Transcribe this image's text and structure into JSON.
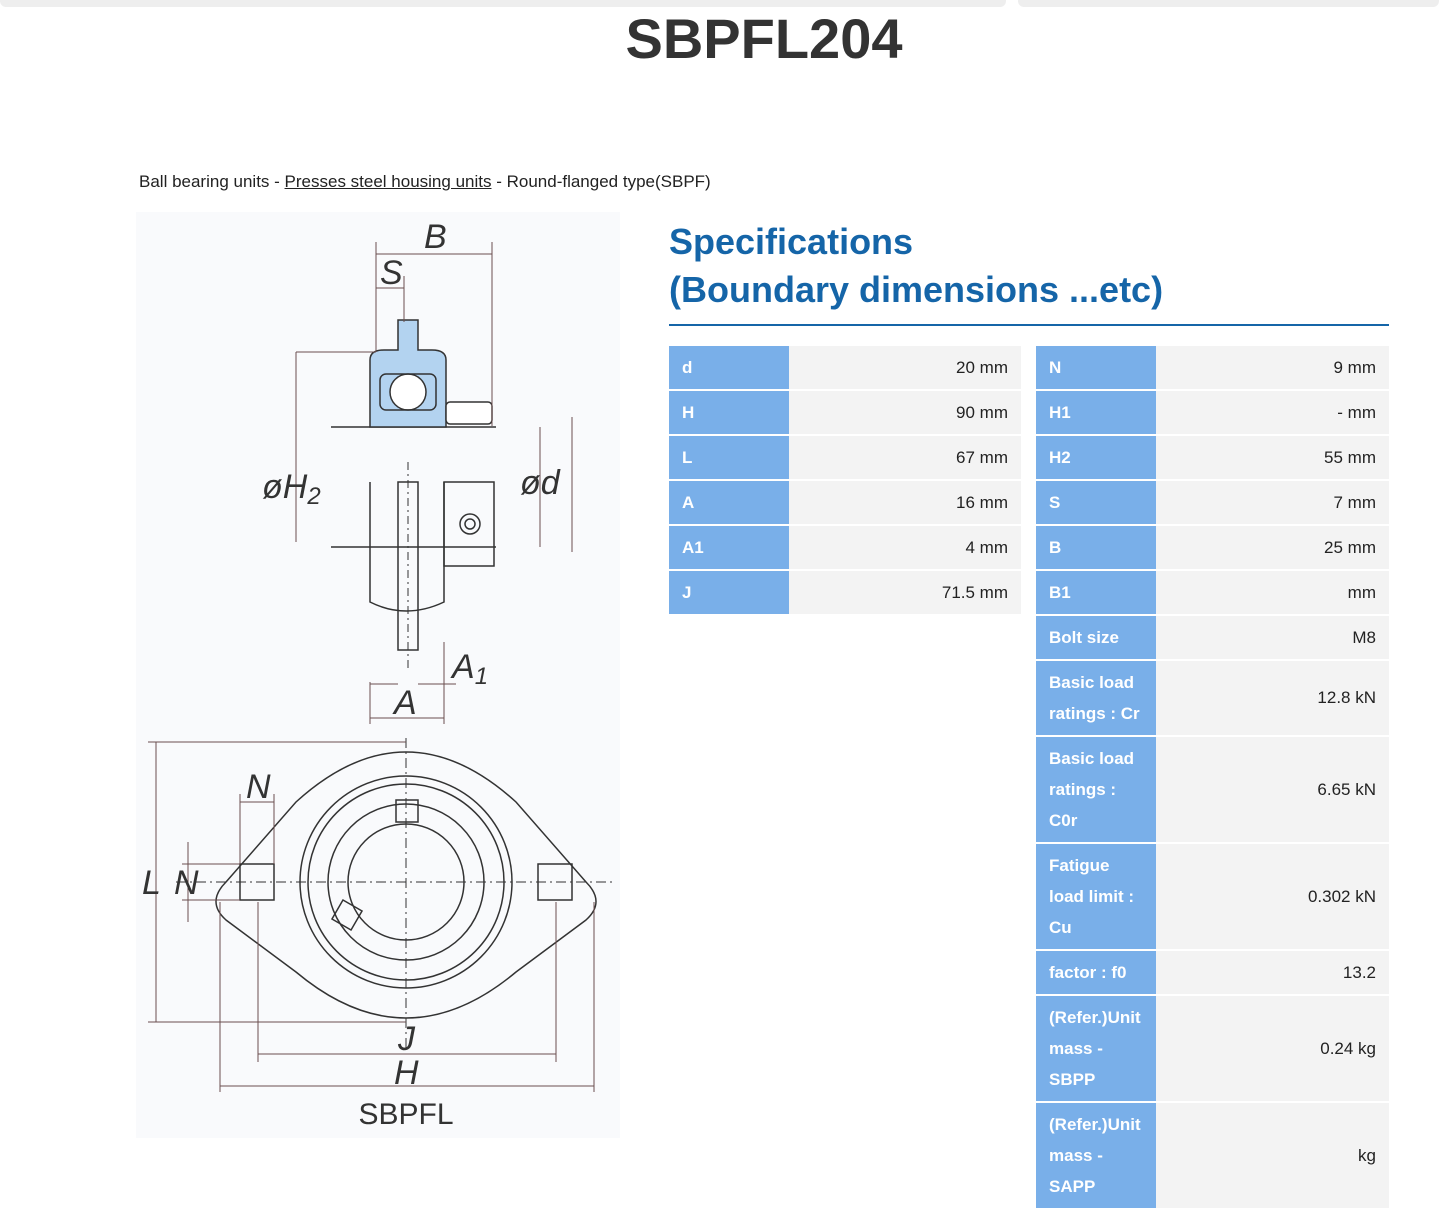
{
  "page": {
    "title": "SBPFL204"
  },
  "breadcrumb": {
    "item1": "Ball bearing units",
    "sep1": " - ",
    "link": "Presses steel housing units",
    "sep2": " - ",
    "item3": "Round-flanged type(SBPF)"
  },
  "diagram": {
    "labels": {
      "B": "B",
      "S": "S",
      "H2": "øH",
      "H2_sub": "2",
      "d": "ød",
      "A1": "A",
      "A1_sub": "1",
      "A": "A",
      "N_top": "N",
      "L": "L",
      "N_side": "N",
      "J": "J",
      "H": "H",
      "caption": "SBPFL"
    },
    "colors": {
      "line": "#333333",
      "bearing_fill": "#b3d3f0",
      "dim_line": "#6b4f4f"
    }
  },
  "specifications": {
    "title_line1": "Specifications",
    "title_line2": "(Boundary dimensions ...etc)",
    "left": [
      {
        "key": "d",
        "value": "20 mm"
      },
      {
        "key": "H",
        "value": "90 mm"
      },
      {
        "key": "L",
        "value": "67 mm"
      },
      {
        "key": "A",
        "value": "16 mm"
      },
      {
        "key": "A1",
        "value": "4 mm"
      },
      {
        "key": "J",
        "value": "71.5 mm"
      }
    ],
    "right": [
      {
        "key": "N",
        "value": "9 mm"
      },
      {
        "key": "H1",
        "value": "- mm"
      },
      {
        "key": "H2",
        "value": "55 mm"
      },
      {
        "key": "S",
        "value": "7 mm"
      },
      {
        "key": "B",
        "value": "25 mm"
      },
      {
        "key": "B1",
        "value": "mm"
      },
      {
        "key": "Bolt size",
        "value": "M8"
      },
      {
        "key": "Basic load ratings : Cr",
        "value": "12.8 kN"
      },
      {
        "key": "Basic load ratings : C0r",
        "value": "6.65 kN"
      },
      {
        "key": "Fatigue load limit : Cu",
        "value": "0.302 kN"
      },
      {
        "key": "factor : f0",
        "value": "13.2"
      },
      {
        "key": "(Refer.)Unit mass - SBPP",
        "value": "0.24 kg"
      },
      {
        "key": "(Refer.)Unit mass - SAPP",
        "value": "kg"
      }
    ]
  },
  "colors": {
    "accent": "#1565a8",
    "key_cell": "#79afe9",
    "value_cell": "#f3f3f3"
  }
}
